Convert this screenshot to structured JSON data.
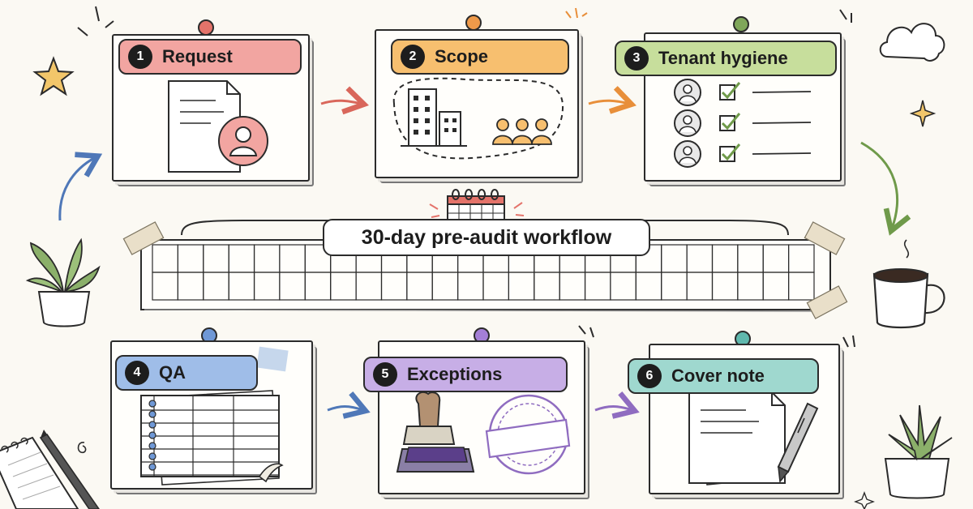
{
  "diagram": {
    "title": "30-day pre-audit workflow",
    "steps": [
      {
        "number": "1",
        "label": "Request",
        "color": "#f2a5a1"
      },
      {
        "number": "2",
        "label": "Scope",
        "color": "#f7bf6f"
      },
      {
        "number": "3",
        "label": "Tenant hygiene",
        "color": "#c7de9c"
      },
      {
        "number": "4",
        "label": "QA",
        "color": "#9fbde8"
      },
      {
        "number": "5",
        "label": "Exceptions",
        "color": "#c7aee6"
      },
      {
        "number": "6",
        "label": "Cover note",
        "color": "#9fd8cf"
      }
    ],
    "calendar_days": 30,
    "icons": [
      "request-document-icon",
      "building-icon",
      "team-icon",
      "checklist-icon",
      "spreadsheet-icon",
      "stamp-icon",
      "seal-icon",
      "cover-note-icon",
      "pen-icon",
      "calendar-icon",
      "coffee-mug-icon",
      "plant-icon",
      "cloud-icon",
      "star-icon"
    ]
  }
}
